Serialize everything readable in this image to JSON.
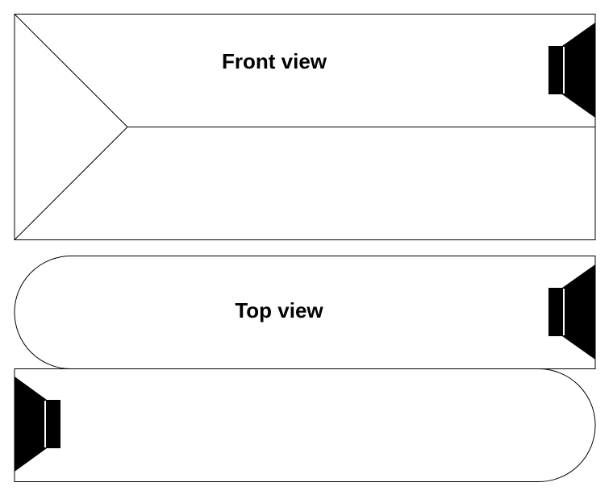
{
  "labels": {
    "front_view": "Front view",
    "top_view": "Top view"
  },
  "diagram": {
    "views": [
      {
        "name": "front-view",
        "shape": "rectangle-with-y-fold",
        "speaker_side": "right"
      },
      {
        "name": "top-view-upper",
        "shape": "rounded-left-end",
        "speaker_side": "right"
      },
      {
        "name": "top-view-lower",
        "shape": "rounded-right-end",
        "speaker_side": "left"
      }
    ],
    "icons": [
      "speaker-icon",
      "speaker-icon",
      "speaker-icon"
    ]
  },
  "colors": {
    "line": "#000000",
    "fill": "#000000",
    "background": "#ffffff"
  }
}
